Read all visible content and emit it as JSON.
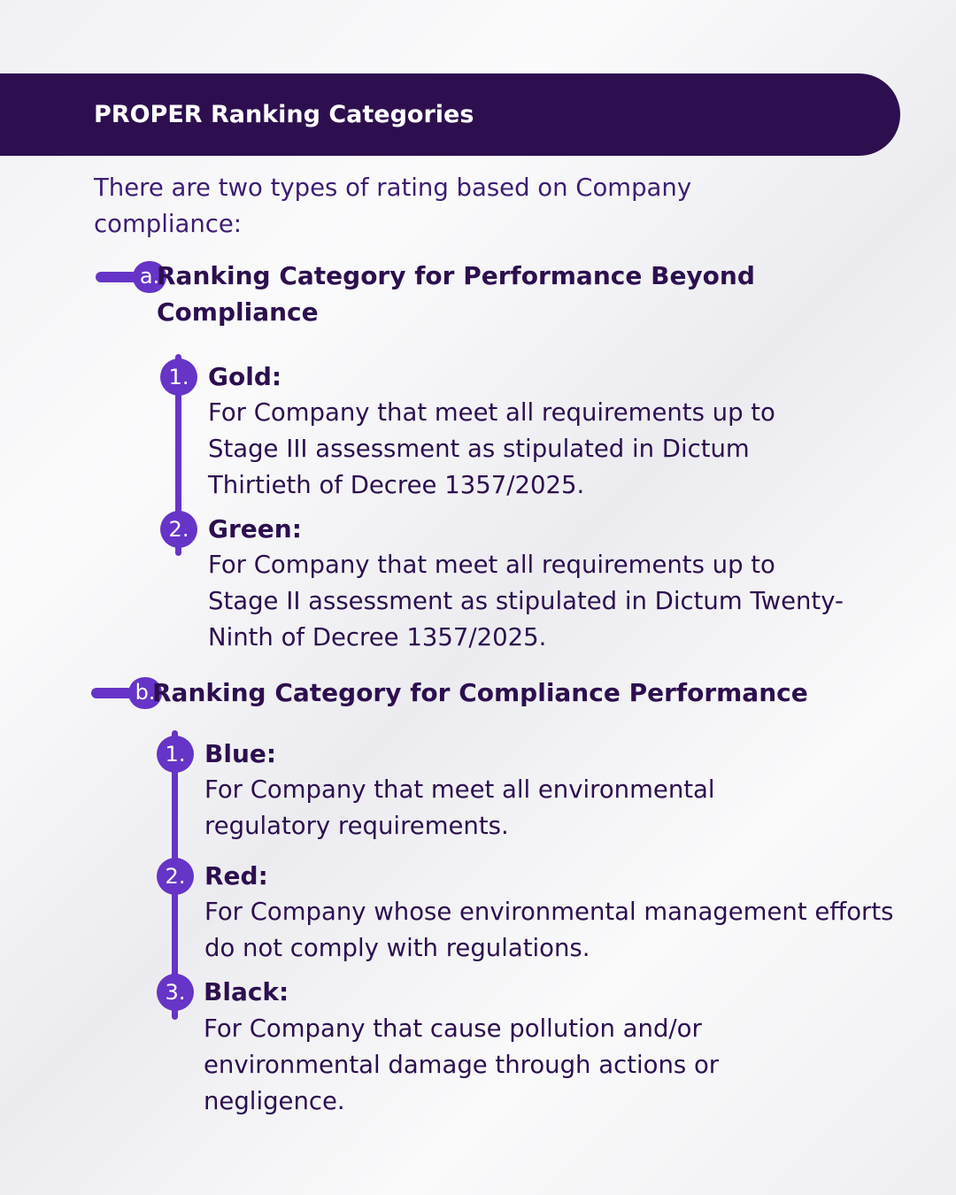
{
  "header": {
    "title": "PROPER Ranking Categories"
  },
  "intro": "There are two types of rating based on Company compliance:",
  "sections": [
    {
      "marker": "a.",
      "title": "Ranking Category for Performance Beyond Compliance",
      "items": [
        {
          "number": "1.",
          "title": "Gold:",
          "description": "For Company that meet all requirements up to Stage III assessment as stipulated in Dictum Thirtieth of Decree 1357/2025."
        },
        {
          "number": "2.",
          "title": "Green:",
          "description": "For Company that meet all requirements up to Stage II assessment as stipulated in Dictum Twenty-Ninth of Decree 1357/2025."
        }
      ]
    },
    {
      "marker": "b.",
      "title": "Ranking Category for Compliance Performance",
      "items": [
        {
          "number": "1.",
          "title": "Blue:",
          "description": "For Company that meet all environmental regulatory requirements."
        },
        {
          "number": "2.",
          "title": "Red:",
          "description": "For Company whose environmental management efforts do not comply with regulations."
        },
        {
          "number": "3.",
          "title": "Black:",
          "description": "For Company that cause pollution and/or environmental damage through actions or negligence."
        }
      ]
    }
  ],
  "colors": {
    "header_bg": "#2d0f4f",
    "accent": "#6634c7",
    "text": "#2d0f4f"
  }
}
